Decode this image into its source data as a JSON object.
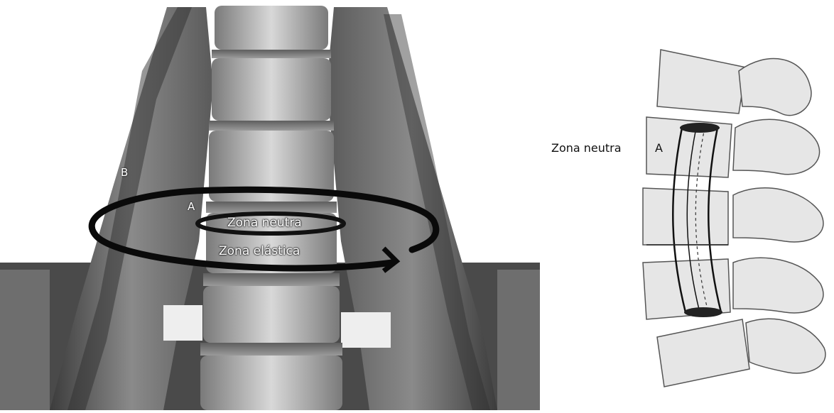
{
  "left_panel": {
    "labels": {
      "b": "B",
      "a": "A",
      "neutral_zone": "Zona neutra",
      "elastic_zone": "Zona elástica"
    }
  },
  "right_panel": {
    "labels": {
      "neutral_zone": "Zona neutra",
      "a": "A"
    }
  }
}
